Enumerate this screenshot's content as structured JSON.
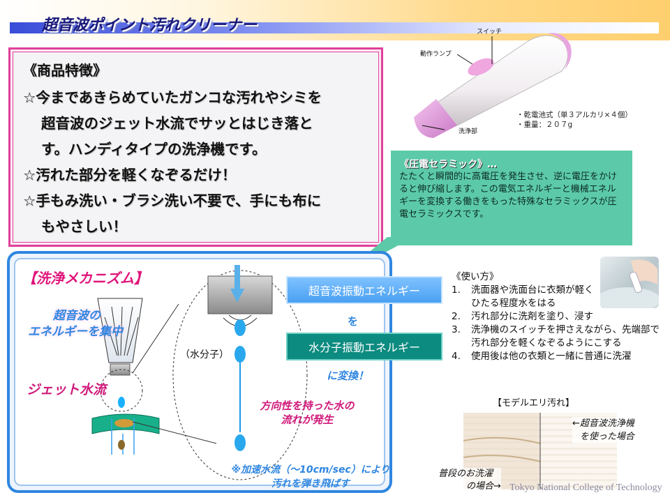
{
  "header": {
    "title": "超音波ポイント汚れクリーナー"
  },
  "features": {
    "heading": "《商品特徴》",
    "lines": [
      "☆今まであきらめていたガンコな汚れやシミを",
      "超音波のジェット水流でサッとはじき落と",
      "す。ハンディタイプの洗浄機です。",
      "☆汚れた部分を軽くなぞるだけ！",
      "☆手もみ洗い・ブラシ洗い不要で、手にも布に",
      "もやさしい！"
    ]
  },
  "device": {
    "switch_label": "スイッチ",
    "lamp_label": "動作ランプ",
    "nozzle_label": "洗浄部",
    "specs": [
      "・乾電池式（単３アルカリ×４個）",
      "・重量：２０７g"
    ],
    "colors": {
      "body": "#f7f4f6",
      "accent": "#e8a6e0",
      "tip": "#d98ad6"
    }
  },
  "callout": {
    "title": "《圧電セラミック》…",
    "body": "たたくと瞬間的に高電圧を発生させ、逆に電圧をかけると伸び縮します。この電気エネルギーと機械エネルギーを変換する働きをもった特殊なセラミックスが圧電セラミックスです。",
    "color": "#5ccaa8"
  },
  "mechanism": {
    "title": "【洗浄メカニズム】",
    "focus_text": [
      "超音波の",
      "エネルギーを集中"
    ],
    "jet_text": "ジェット水流",
    "water_molecule": "（水分子）",
    "energy_box_1": "超音波振動エネルギー",
    "connector": "を",
    "energy_box_2": "水分子振動エネルギー",
    "converted": "に変換！",
    "direction": [
      "方向性を持った水の",
      "流れが発生"
    ],
    "acceleration": [
      "※加速水流（～10cm/sec）により",
      "汚れを弾き飛ばす"
    ]
  },
  "usage": {
    "heading": "《使い方》",
    "items": [
      {
        "num": "1.",
        "text": "洗面器や洗面台に衣類が軽くひたる程度水をはる"
      },
      {
        "num": "2.",
        "text": "汚れ部分に洗剤を塗り、浸す"
      },
      {
        "num": "3.",
        "text": "洗浄機のスイッチを押さえながら、先端部で汚れ部分を軽くなぞるようにこする"
      },
      {
        "num": "4.",
        "text": "使用後は他の衣類と一緒に普通に洗濯"
      }
    ]
  },
  "collar": {
    "title": "【モデルエリ汚れ】",
    "right_caption": [
      "←超音波洗浄機",
      "を使った場合"
    ],
    "left_caption": [
      "普段のお洗濯",
      "の場合→"
    ]
  },
  "footer": {
    "text": "Tokyo National College of Technology"
  }
}
